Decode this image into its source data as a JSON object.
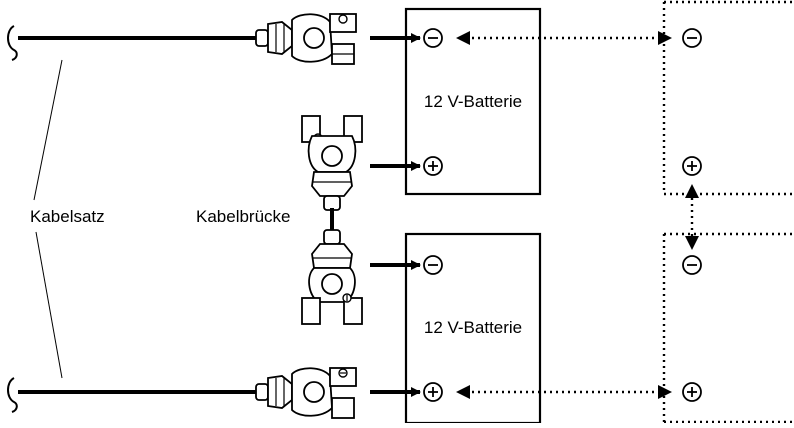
{
  "labels": {
    "battery_top": "12 V-Batterie",
    "battery_bottom": "12 V-Batterie",
    "cable_set": "Kabelsatz",
    "cable_bridge": "Kabelbrücke"
  },
  "terminals": {
    "top_negative": "−",
    "top_positive": "+",
    "bottom_negative": "−",
    "bottom_positive": "+"
  },
  "colors": {
    "line": "#000000",
    "background": "#ffffff"
  },
  "icons": [
    "cable-end-icon",
    "terminal-clamp-icon",
    "arrow-icon",
    "dotted-connection-icon",
    "minus-symbol-icon",
    "plus-symbol-icon"
  ]
}
